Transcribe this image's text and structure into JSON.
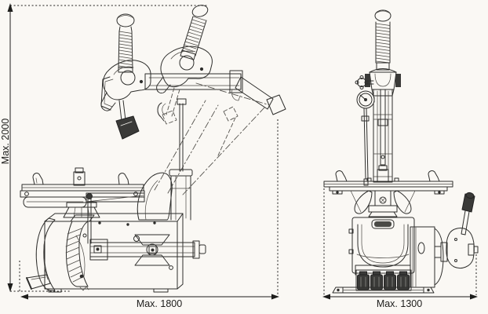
{
  "colors": {
    "background": "#faf8f4",
    "line": "#2e2e2c",
    "dark_fill": "#3a3a38",
    "text": "#1d1d1b"
  },
  "drawing": {
    "machine": "tyre-changer-technical-drawing",
    "views": {
      "side": "side-view",
      "front": "front-view"
    },
    "dimensions": {
      "height": {
        "label": "Max. 2000",
        "orientation": "vertical",
        "view": "side"
      },
      "width": {
        "label": "Max. 1800",
        "orientation": "horizontal",
        "view": "side"
      },
      "depth": {
        "label": "Max. 1300",
        "orientation": "horizontal",
        "view": "front"
      }
    }
  }
}
